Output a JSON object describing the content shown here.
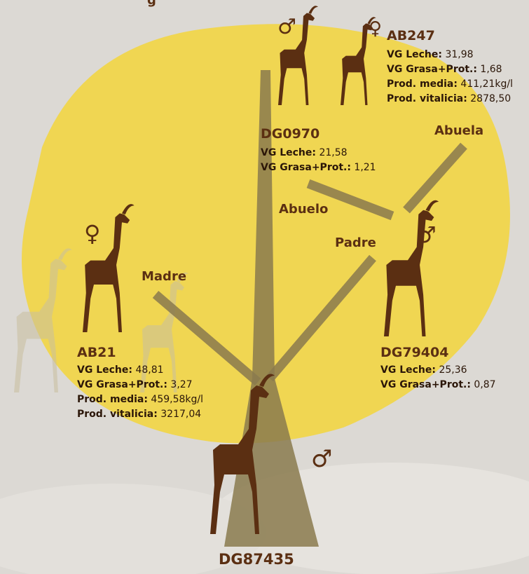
{
  "colors": {
    "canopy": "#f0d64b",
    "trunk": "#8a7a4e",
    "goat": "#5b2f12",
    "text": "#2b1608"
  },
  "title_fragment": "g",
  "edge_labels": {
    "abuela": "Abuela",
    "abuelo": "Abuelo",
    "madre": "Madre",
    "padre": "Padre"
  },
  "symbols": {
    "male": "♂",
    "female": "♀"
  },
  "nodes": {
    "ab247": {
      "name": "AB247",
      "sex": "female",
      "rows": [
        {
          "k": "VG Leche:",
          "v": "31,98"
        },
        {
          "k": "VG Grasa+Prot.:",
          "v": "1,68"
        },
        {
          "k": "Prod. media:",
          "v": "411,21kg/l"
        },
        {
          "k": "Prod. vitalicia:",
          "v": "2878,50"
        }
      ]
    },
    "dg0970": {
      "name": "DG0970",
      "sex": "male",
      "rows": [
        {
          "k": "VG Leche:",
          "v": "21,58"
        },
        {
          "k": "VG Grasa+Prot.:",
          "v": "1,21"
        }
      ]
    },
    "ab21": {
      "name": "AB21",
      "sex": "female",
      "rows": [
        {
          "k": "VG Leche:",
          "v": "48,81"
        },
        {
          "k": "VG Grasa+Prot.:",
          "v": "3,27"
        },
        {
          "k": "Prod. media:",
          "v": "459,58kg/l"
        },
        {
          "k": "Prod. vitalicia:",
          "v": "3217,04"
        }
      ]
    },
    "dg79404": {
      "name": "DG79404",
      "sex": "male",
      "rows": [
        {
          "k": "VG Leche:",
          "v": "25,36"
        },
        {
          "k": "VG Grasa+Prot.:",
          "v": "0,87"
        }
      ]
    },
    "dg87435": {
      "name": "DG87435",
      "sex": "male"
    }
  }
}
